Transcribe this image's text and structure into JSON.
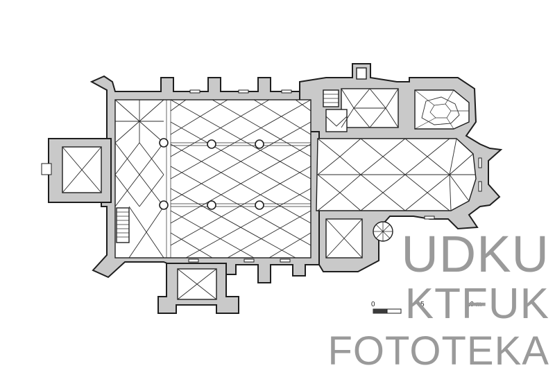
{
  "scale_bar": {
    "labels": [
      "0",
      "5",
      "10 m"
    ]
  },
  "watermark": {
    "line1": "UDKU",
    "line2": "KTFUK",
    "line3": "FOTOTEKA"
  }
}
